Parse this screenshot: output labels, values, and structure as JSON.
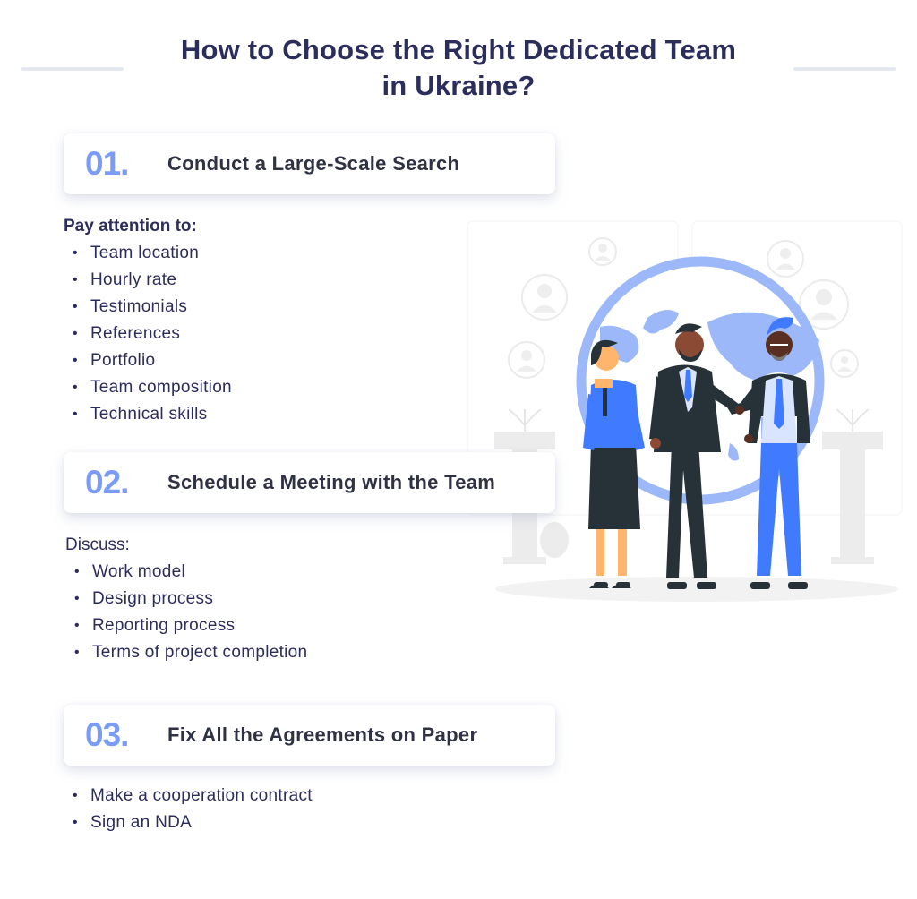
{
  "header": {
    "title_line1": "How to Choose the Right Dedicated Team",
    "title_line2": "in Ukraine?"
  },
  "colors": {
    "title": "#2b2d5b",
    "number_accent": "#7b9cf5",
    "heading": "#2e3243",
    "divider": "#e3e8f1",
    "globe": "#9db8f8",
    "suit_blue": "#407bff",
    "suit_dark": "#263238"
  },
  "steps": [
    {
      "number": "01.",
      "heading": "Conduct a Large-Scale Search",
      "intro": "Pay attention to:",
      "items": [
        "Team location",
        "Hourly rate",
        "Testimonials",
        "References",
        "Portfolio",
        "Team composition",
        "Technical skills"
      ]
    },
    {
      "number": "02.",
      "heading": "Schedule a Meeting with the Team",
      "intro": "Discuss:",
      "items": [
        "Work model",
        "Design process",
        "Reporting process",
        "Terms of project completion"
      ]
    },
    {
      "number": "03.",
      "heading": "Fix All the Agreements on Paper",
      "items": [
        "Make a cooperation contract",
        "Sign an NDA"
      ]
    }
  ],
  "bullet": "•",
  "illustration": {
    "icon": "business-handshake-globe-illustration"
  }
}
